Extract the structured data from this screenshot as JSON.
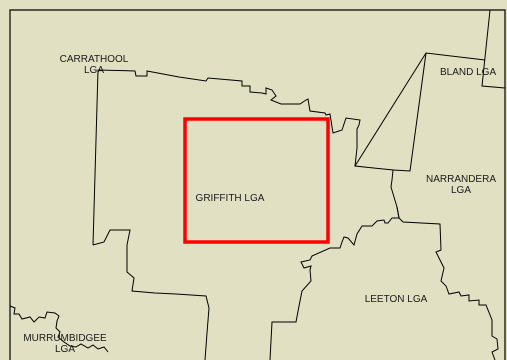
{
  "map": {
    "background_color": "#e1e0c3",
    "boundary_color": "#000000",
    "highlight_color": "#ff0000",
    "labels": {
      "carrathool": "CARRATHOOL\nLGA",
      "bland": "BLAND LGA",
      "narrandera": "NARRANDERA\nLGA",
      "griffith": "GRIFFITH LGA",
      "leeton": "LEETON LGA",
      "murrumbidgee": "MURRUMBIDGEE\nLGA"
    }
  }
}
